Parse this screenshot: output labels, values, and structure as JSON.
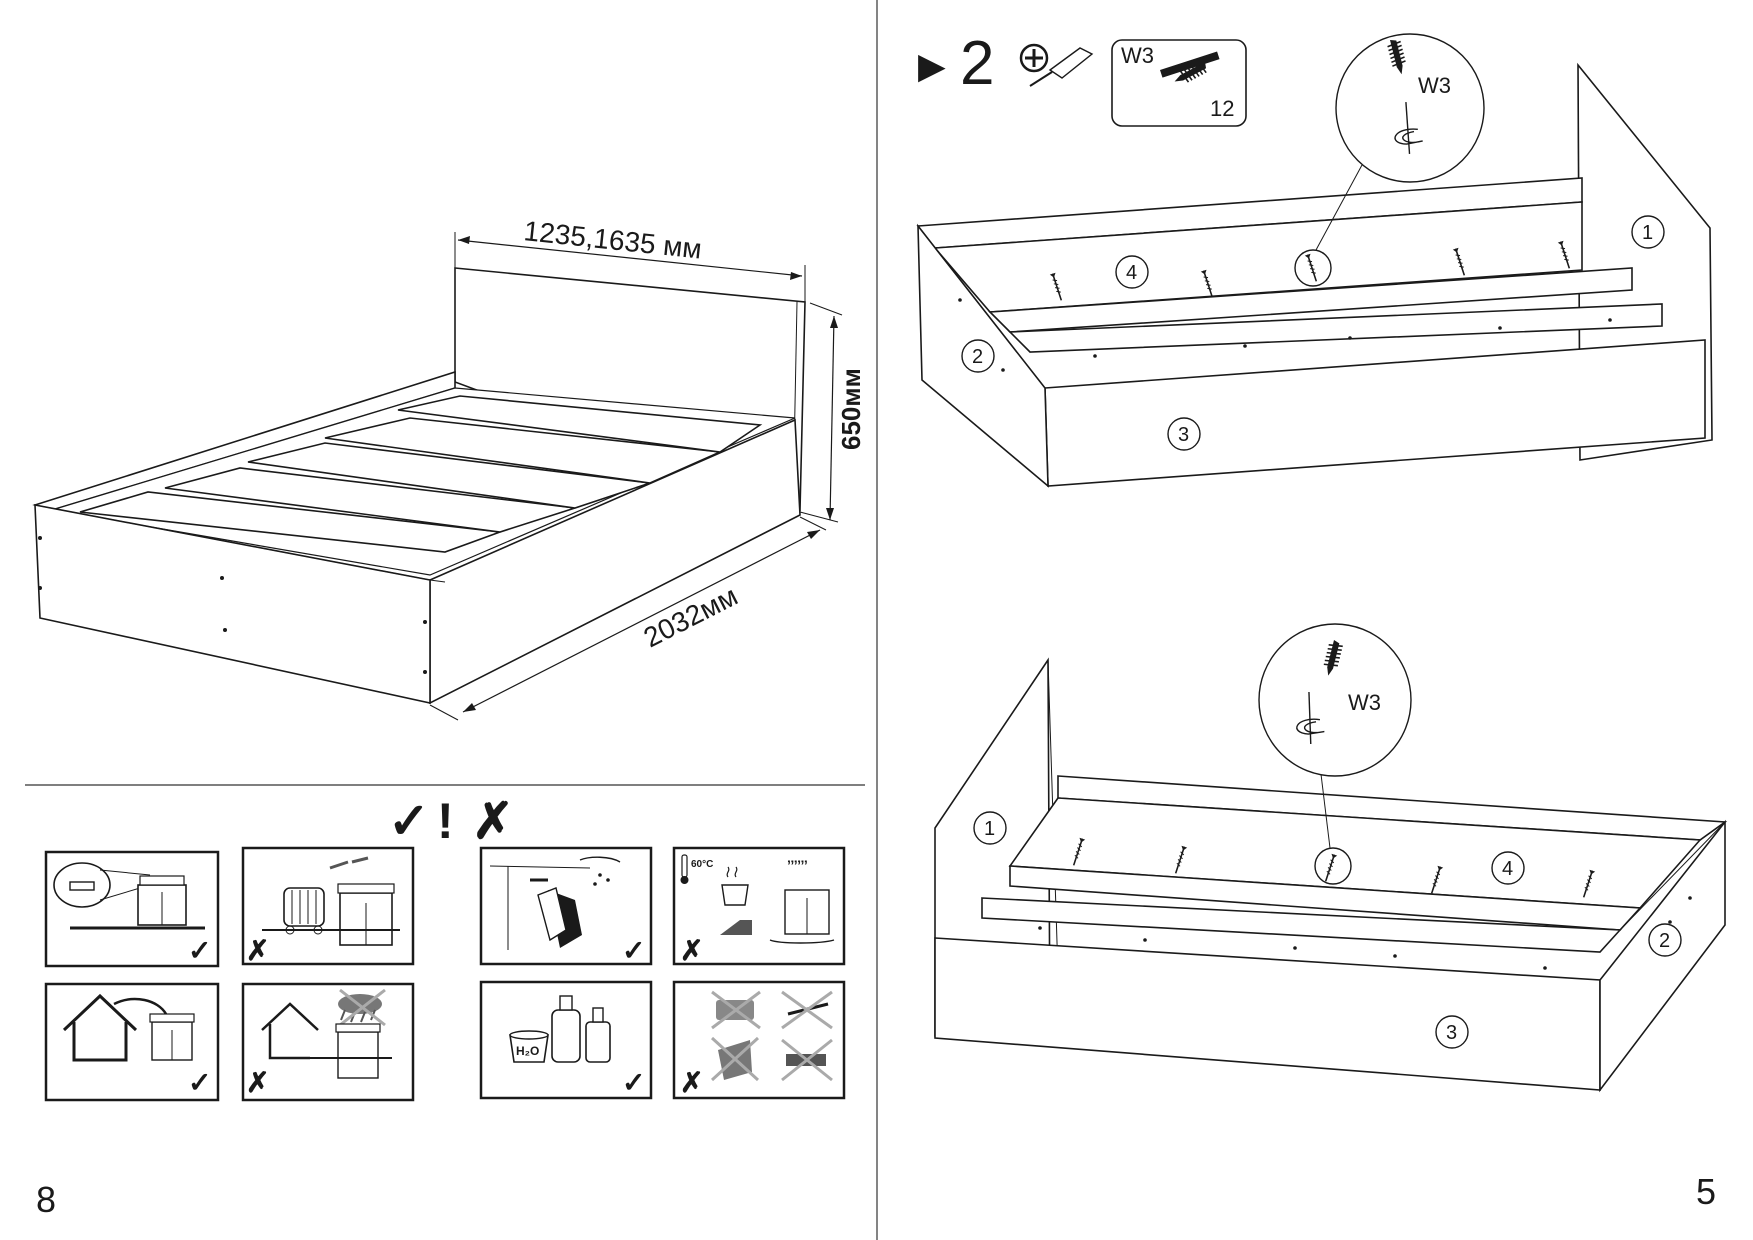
{
  "left_page": {
    "dimensions": {
      "width": "1235,1635 мм",
      "length": "2032мм",
      "height": "650мм"
    },
    "care_header_symbols": [
      "✓",
      "!",
      "✗"
    ],
    "care_icons": [
      {
        "id": "level-placement",
        "mark": "✓"
      },
      {
        "id": "away-from-heaters",
        "mark": "✗"
      },
      {
        "id": "damp-cloth-cleaning",
        "mark": "✓"
      },
      {
        "id": "no-heat-or-water",
        "mark": "✗",
        "text": "60°C"
      },
      {
        "id": "indoor-use-only",
        "mark": "✓"
      },
      {
        "id": "no-outdoor-rain",
        "mark": "✗"
      },
      {
        "id": "mild-water-cleaning",
        "mark": "✓",
        "text": "H₂O"
      },
      {
        "id": "no-abrasive-tools",
        "mark": "✗"
      }
    ],
    "page_number": "8"
  },
  "right_page": {
    "step": {
      "arrow": "▶",
      "number": "2",
      "tool": "phillips-screwdriver",
      "part_code": "W3",
      "part_quantity": "12"
    },
    "top_diagram": {
      "callout_part": "W3",
      "part_labels": [
        "1",
        "2",
        "3",
        "4"
      ]
    },
    "bottom_diagram": {
      "callout_part": "W3",
      "part_labels": [
        "1",
        "2",
        "3",
        "4"
      ]
    },
    "page_number": "5"
  }
}
